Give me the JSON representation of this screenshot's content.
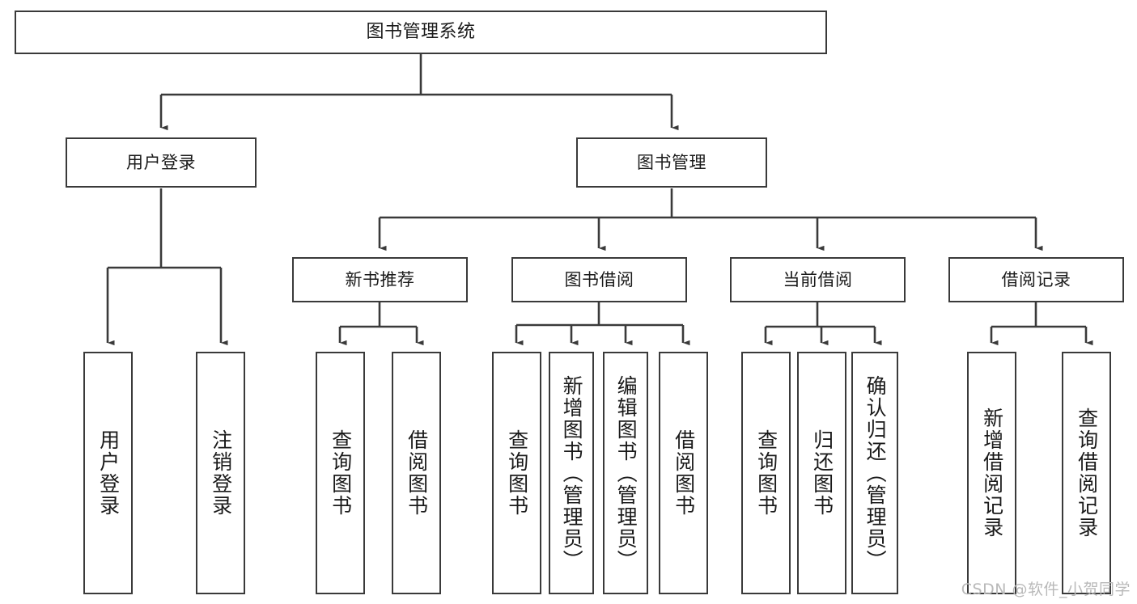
{
  "diagram": {
    "title": "图书管理系统",
    "watermark": "CSDN @软件_小贺同学",
    "colors": {
      "stroke": "#3a3a3a",
      "fill": "#ffffff",
      "text": "#1a1a1a",
      "watermark": "#b9b9b9"
    },
    "root": {
      "label": "图书管理系统"
    },
    "level1": [
      {
        "label": "用户登录"
      },
      {
        "label": "图书管理"
      }
    ],
    "level2": [
      {
        "label": "新书推荐"
      },
      {
        "label": "图书借阅"
      },
      {
        "label": "当前借阅"
      },
      {
        "label": "借阅记录"
      }
    ],
    "leaves": [
      {
        "label": "用户登录",
        "parent": "用户登录"
      },
      {
        "label": "注销登录",
        "parent": "用户登录"
      },
      {
        "label": "查询图书",
        "parent": "新书推荐"
      },
      {
        "label": "借阅图书",
        "parent": "新书推荐"
      },
      {
        "label": "查询图书",
        "parent": "图书借阅"
      },
      {
        "label": "新增图书（管理员）",
        "parent": "图书借阅"
      },
      {
        "label": "编辑图书（管理员）",
        "parent": "图书借阅"
      },
      {
        "label": "借阅图书",
        "parent": "图书借阅"
      },
      {
        "label": "查询图书",
        "parent": "当前借阅"
      },
      {
        "label": "归还图书",
        "parent": "当前借阅"
      },
      {
        "label": "确认归还（管理员）",
        "parent": "当前借阅"
      },
      {
        "label": "新增借阅记录",
        "parent": "借阅记录"
      },
      {
        "label": "查询借阅记录",
        "parent": "借阅记录"
      }
    ]
  }
}
